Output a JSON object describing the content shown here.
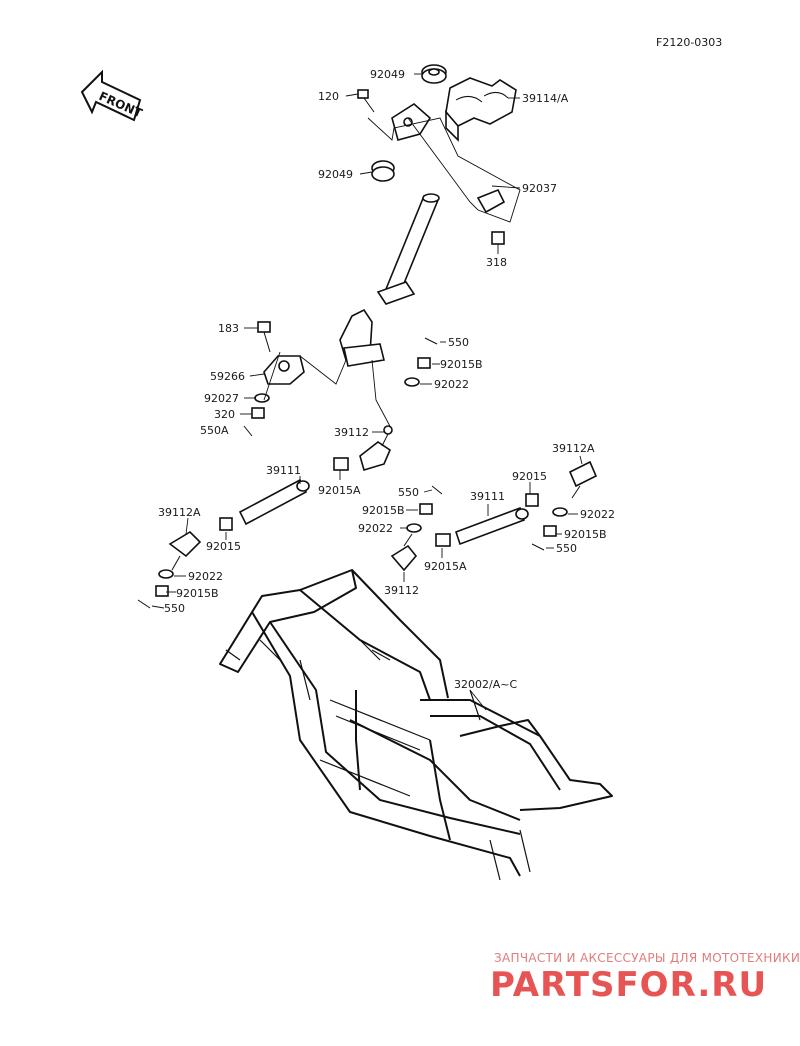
{
  "figure_code": "F2120-0303",
  "front_label": "FRONT",
  "parts": {
    "p92049_top": "92049",
    "p120": "120",
    "p39114A": "39114/A",
    "p92049_mid": "92049",
    "p92037": "92037",
    "p318": "318",
    "p183": "183",
    "p550_a": "550",
    "p92015B_a": "92015B",
    "p59266": "59266",
    "p92022_a": "92022",
    "p92027": "92027",
    "p320": "320",
    "p550A": "550A",
    "p39112_top": "39112",
    "p39112A_right": "39112A",
    "p39111_left": "39111",
    "p92015A_left": "92015A",
    "p92015_right": "92015",
    "p550_b": "550",
    "p39111_right": "39111",
    "p39112A_left": "39112A",
    "p92015B_b": "92015B",
    "p92022_b": "92022",
    "p92022_right": "92022",
    "p92015_left": "92015",
    "p92015B_right": "92015B",
    "p550_right": "550",
    "p92015A_right": "92015A",
    "p39112_bottom": "39112",
    "p92022_left": "92022",
    "p92015B_left": "92015B",
    "p550_left": "550",
    "p32002": "32002/A~C"
  },
  "watermark": {
    "caption": "ЗАПЧАСТИ И АКСЕССУАРЫ ДЛЯ МОТОТЕХНИКИ",
    "brand": "PARTSFOR.RU"
  },
  "colors": {
    "ink": "#111111",
    "watermark": "#e75454"
  }
}
